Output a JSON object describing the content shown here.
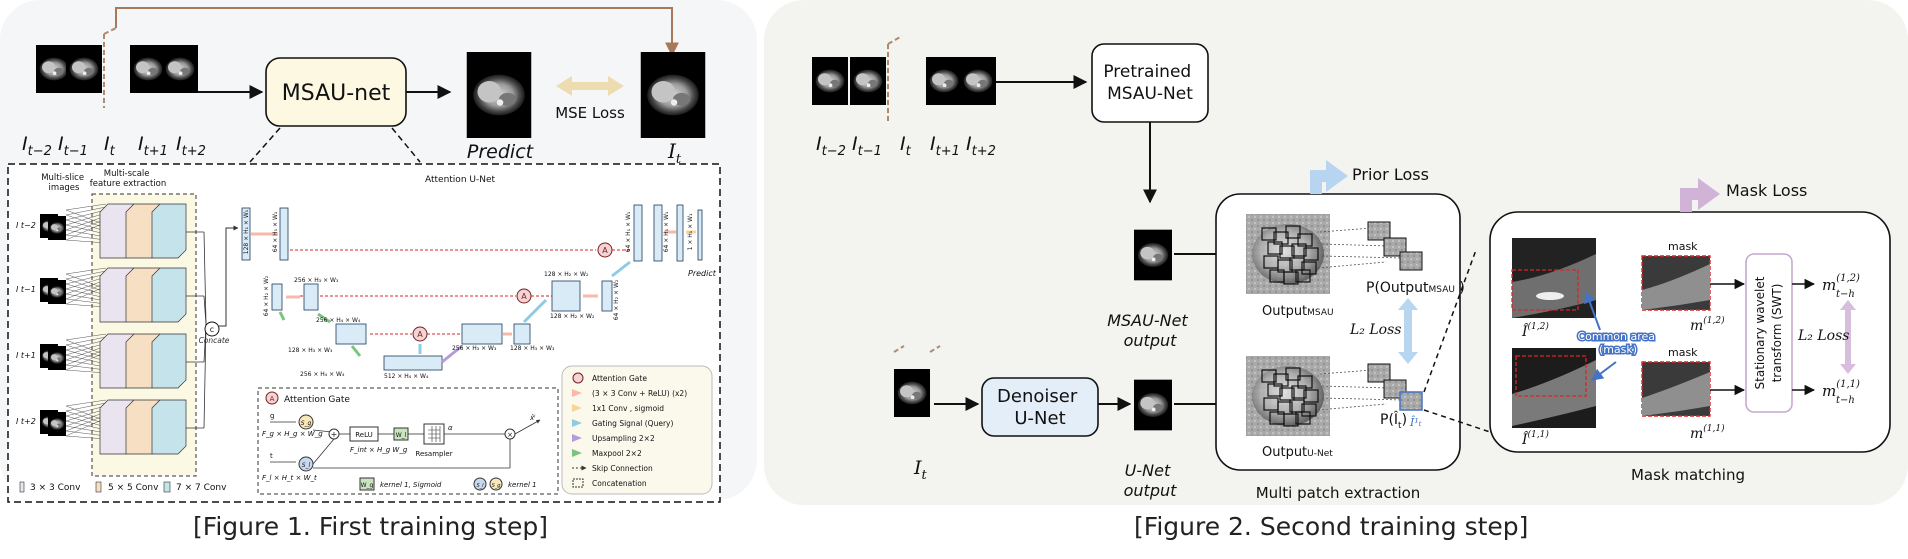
{
  "figure1": {
    "caption": "[Figure 1. First training step]",
    "msau_label": "MSAU-net",
    "mse_label": "MSE Loss",
    "predict_label": "Predict",
    "predict_target": "I",
    "predict_target_sub": "t",
    "frame_labels": [
      {
        "base": "I",
        "sub": "t−2"
      },
      {
        "base": "I",
        "sub": "t−1"
      },
      {
        "base": "I",
        "sub": "t"
      },
      {
        "base": "I",
        "sub": "t+1"
      },
      {
        "base": "I",
        "sub": "t+2"
      }
    ],
    "detail": {
      "title": "Attention U-Net",
      "multi_slice": [
        "Multi-slice",
        "images"
      ],
      "multi_scale": [
        "Multi-scale",
        "feature extraction"
      ],
      "slice_labels": [
        "I t−2",
        "I t−1",
        "I t+1",
        "I t+2"
      ],
      "concate": "Concate",
      "predict": "Predict",
      "dims": {
        "top_left": "128 × H₁ × W₁",
        "top_left2": "64 × H₁ × W₁",
        "top_right": "64 × H₁ × W₁",
        "top_right2": "64 × H₁ × W₁",
        "top_right3": "1 × H₁ × W₁",
        "lvl2_left": "64 × H₂ × W₂",
        "lvl2_a": "256 × H₃ × W₃",
        "lvl2_right": "128 × H₂ × W₂",
        "lvl2_right2": "128 × H₂ × W₂",
        "lvl2_right3": "64 × H₂ × W₂",
        "lvl3_left": "128 × H₃ × W₃",
        "lvl3_a": "256 × H₄ × W₄",
        "lvl3_b": "256 × H₃ × W₃",
        "lvl3_c": "128 × H₃ × W₃",
        "lvl4_a": "256 × H₄ × W₄",
        "lvl4_b": "512 × H₄ × W₄"
      },
      "gate_box": {
        "title": "Attention Gate",
        "g": "g",
        "g_dims": "F_g × H_g × W_g",
        "relu": "ReLU",
        "wg": "W_g",
        "resampler": "Resampler",
        "fint": "F_int × H_g W_g",
        "t": "t",
        "t_dims": "F_l × H_t × W_t",
        "alpha": "α",
        "out": "x̂ˡ",
        "kernel_sig": "kernel 1, Sigmoid",
        "kernel1": "kernel 1",
        "sg": "S_g",
        "sl": "S_l",
        "wl": "W_l"
      },
      "legend": [
        "Attention Gate",
        "(3 × 3 Conv + ReLU) (x2)",
        "1x1 Conv , sigmoid",
        "Gating Signal (Query)",
        "Upsampling 2×2",
        "Maxpool 2×2",
        "Skip Connection",
        "Concatenation"
      ],
      "conv_legend": [
        "3 × 3 Conv",
        "5 × 5 Conv",
        "7 × 7 Conv"
      ]
    }
  },
  "figure2": {
    "caption": "[Figure 2. Second training step]",
    "pretrained": [
      "Pretrained",
      "MSAU-Net"
    ],
    "denoiser": [
      "Denoiser",
      "U-Net"
    ],
    "msau_output": [
      "MSAU-Net",
      "output"
    ],
    "unet_output": [
      "U-Net",
      "output"
    ],
    "prior_loss": "Prior Loss",
    "mask_loss": "Mask Loss",
    "l2_loss": "L₂ Loss",
    "l2_loss_right": "L₂ Loss",
    "output_msau": "Output",
    "output_msau_sub": "MSAU",
    "output_unet": "Output",
    "output_unet_sub": "U-Net",
    "p_output_msau": "P(Output",
    "p_output_msau_sub": "MSAU",
    "p_output_close": " )",
    "p_it": "P(Î",
    "p_it_sub": "t",
    "p_it_close": ")",
    "it_patch": "Î¹ₜ",
    "multi_patch": "Multi patch extraction",
    "mask_matching": "Mask matching",
    "mask1": "mask",
    "mask2": "mask",
    "common_area": [
      "Common area",
      "(mask)"
    ],
    "swt": [
      "Stationary wavelet",
      "transform (SWT)"
    ],
    "it12": "Î",
    "it12_sup": "(1,2)",
    "it11": "Î",
    "it11_sup": "(1,1)",
    "m12": "m",
    "m12_sup": "(1,2)",
    "m11": "m",
    "m11_sup": "(1,1)",
    "mth12": "m",
    "mth12_sub": "t−h",
    "mth12_sup": "(1,2)",
    "mth11": "m",
    "mth11_sub": "t−h",
    "mth11_sup": "(1,1)",
    "frame_labels": [
      {
        "base": "I",
        "sub": "t−2"
      },
      {
        "base": "I",
        "sub": "t−1"
      },
      {
        "base": "I",
        "sub": "t"
      },
      {
        "base": "I",
        "sub": "t+1"
      },
      {
        "base": "I",
        "sub": "t+2"
      }
    ],
    "input_label": {
      "base": "I",
      "sub": "t"
    }
  },
  "colors": {
    "panel_bg": "#f5f6f8",
    "right_panel_bg": "#f3f3ef",
    "msau_box": "#fdf8e1",
    "denoiser_box": "#e3eef9",
    "arrow_brown": "#a9785a",
    "mse_arrow": "#ecdcb0",
    "prior_arrow": "#b7d4f0",
    "mask_arrow": "#d2b3d8",
    "l2_arrow": "#b9d6f0",
    "l2_right_arrow": "#d8bedd",
    "common_area": "#4472c4",
    "red_dash": "#d7262a"
  }
}
